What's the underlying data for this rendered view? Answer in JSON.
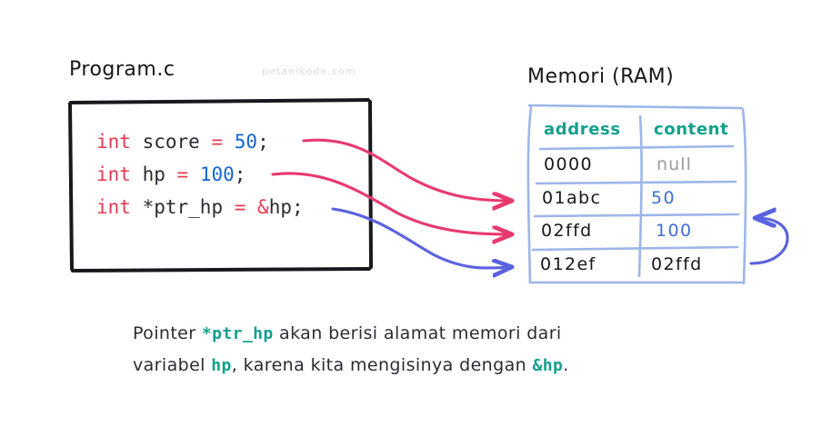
{
  "program_panel": {
    "title": "Program.c",
    "watermark": "petanikode.com",
    "code_lines": [
      {
        "tokens": [
          {
            "text": "int",
            "kind": "keyword"
          },
          {
            "text": " score ",
            "kind": "ident"
          },
          {
            "text": "=",
            "kind": "operator"
          },
          {
            "text": " ",
            "kind": "ident"
          },
          {
            "text": "50",
            "kind": "number"
          },
          {
            "text": ";",
            "kind": "punct"
          }
        ]
      },
      {
        "tokens": [
          {
            "text": "int",
            "kind": "keyword"
          },
          {
            "text": " hp ",
            "kind": "ident"
          },
          {
            "text": "=",
            "kind": "operator"
          },
          {
            "text": " ",
            "kind": "ident"
          },
          {
            "text": "100",
            "kind": "number"
          },
          {
            "text": ";",
            "kind": "punct"
          }
        ]
      },
      {
        "tokens": [
          {
            "text": "int",
            "kind": "keyword"
          },
          {
            "text": " *ptr_hp ",
            "kind": "ident"
          },
          {
            "text": "=",
            "kind": "operator"
          },
          {
            "text": " ",
            "kind": "ident"
          },
          {
            "text": "&",
            "kind": "operator"
          },
          {
            "text": "hp;",
            "kind": "punct"
          }
        ]
      }
    ]
  },
  "memory_panel": {
    "title": "Memori (RAM)",
    "columns": [
      "address",
      "content"
    ],
    "rows": [
      {
        "address": "0000",
        "content": "null",
        "content_style": "null"
      },
      {
        "address": "01abc",
        "content": "50",
        "content_style": "blue"
      },
      {
        "address": "02ffd",
        "content": "100",
        "content_style": "blue"
      },
      {
        "address": "012ef",
        "content": "02ffd",
        "content_style": "dark"
      }
    ]
  },
  "caption": {
    "line1_pre": "Pointer ",
    "line1_code": "*ptr_hp",
    "line1_post": " akan berisi alamat memori dari",
    "line2_pre": "variabel ",
    "line2_code": "hp",
    "line2_mid": ", karena kita mengisinya dengan ",
    "line2_code2": "&hp",
    "line2_post": "."
  },
  "colors": {
    "keyword_red": "#e8384f",
    "number_blue": "#1464d2",
    "header_teal": "#12a08c",
    "arrow_pink": "#e8396f",
    "arrow_blue": "#5a62de",
    "table_border_blue": "#9db6e8",
    "null_gray": "#9a9aa6",
    "watermark_gray": "#dcdce1",
    "ink_black": "#17171c",
    "background": "#ffffff"
  },
  "arrows": [
    {
      "name": "score-to-01abc",
      "color": "#e8396f",
      "from": "int score = 50;",
      "to": "01abc"
    },
    {
      "name": "hp-to-02ffd",
      "color": "#e8396f",
      "from": "int hp = 100;",
      "to": "02ffd"
    },
    {
      "name": "ptrhp-to-012ef",
      "color": "#5a62de",
      "from": "int *ptr_hp = &hp;",
      "to": "012ef"
    },
    {
      "name": "012ef-content-loop-to-02ffd",
      "color": "#5a62de",
      "from": "02ffd content cell",
      "to": "02ffd row"
    }
  ]
}
